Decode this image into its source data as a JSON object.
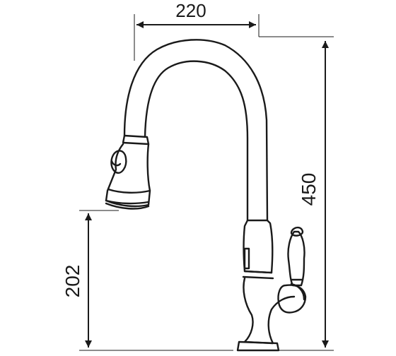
{
  "diagram": {
    "dimensions": {
      "width_label": "220",
      "height_label": "450",
      "spout_height_label": "202"
    },
    "colors": {
      "line": "#1a1a1a",
      "background": "#ffffff"
    }
  }
}
